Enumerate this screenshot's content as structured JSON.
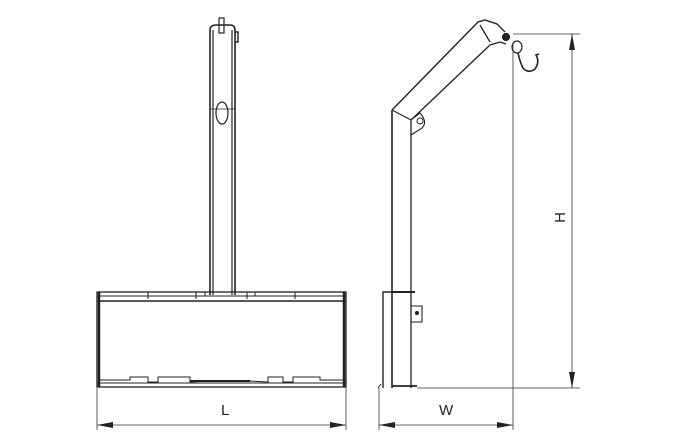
{
  "diagram": {
    "type": "technical-drawing",
    "views": [
      {
        "name": "front-view",
        "description": "Forklift jib front view: vertical mast on fork-pocket frame"
      },
      {
        "name": "side-view",
        "description": "Forklift jib side view: angled boom with swivel hook"
      }
    ],
    "dimensions": {
      "length_label": "L",
      "width_label": "W",
      "height_label": "H"
    },
    "colors": {
      "line": "#222222",
      "dimension_line": "#333333",
      "background": "#ffffff"
    }
  }
}
